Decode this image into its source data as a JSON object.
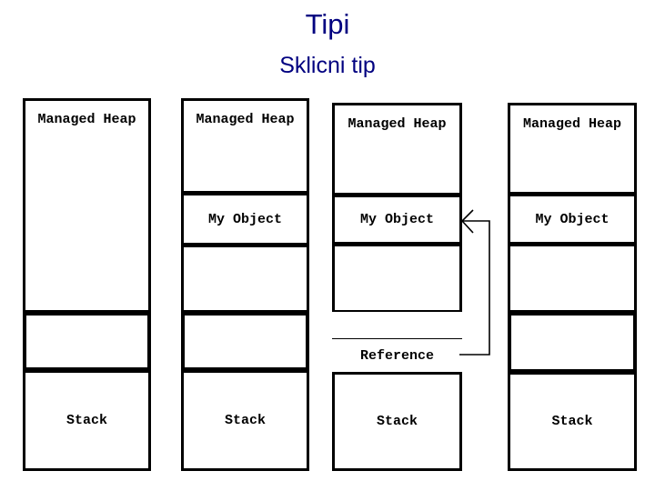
{
  "slide": {
    "title": "Tipi",
    "subtitle": "Sklicni tip",
    "title_color": "#000080",
    "background_color": "#ffffff",
    "line_color": "#000000"
  },
  "diagram": {
    "type": "memory-layout-sequence",
    "arrow": {
      "name": "reference-arrow",
      "from": "Reference",
      "to": "My Object",
      "direction": "left",
      "style": "open-arrowhead"
    },
    "columns": [
      {
        "name": "step-1",
        "cells": [
          {
            "label": "Managed Heap",
            "align": "top",
            "weight": "thin"
          },
          {
            "label": "",
            "align": "center",
            "weight": "thick"
          },
          {
            "label": "Stack",
            "align": "center",
            "weight": "thin"
          }
        ]
      },
      {
        "name": "step-2",
        "cells": [
          {
            "label": "Managed Heap",
            "align": "top",
            "weight": "thin"
          },
          {
            "label": "My Object",
            "align": "center",
            "weight": "thin"
          },
          {
            "label": "",
            "align": "center",
            "weight": "thin"
          },
          {
            "label": "",
            "align": "center",
            "weight": "thick"
          },
          {
            "label": "Stack",
            "align": "center",
            "weight": "thin"
          }
        ]
      },
      {
        "name": "step-3",
        "cells": [
          {
            "label": "Managed Heap",
            "align": "top",
            "weight": "thin"
          },
          {
            "label": "My Object",
            "align": "center",
            "weight": "thin"
          },
          {
            "label": "",
            "align": "center",
            "weight": "thin"
          },
          {
            "label": "",
            "align": "center",
            "weight": "thick"
          },
          {
            "label": "Reference",
            "align": "center",
            "weight": "thin"
          },
          {
            "label": "Stack",
            "align": "center",
            "weight": "thin"
          }
        ]
      },
      {
        "name": "step-4",
        "cells": [
          {
            "label": "Managed Heap",
            "align": "top",
            "weight": "thin"
          },
          {
            "label": "My Object",
            "align": "center",
            "weight": "thin"
          },
          {
            "label": "",
            "align": "center",
            "weight": "thin"
          },
          {
            "label": "",
            "align": "center",
            "weight": "thick"
          },
          {
            "label": "Stack",
            "align": "center",
            "weight": "thin"
          }
        ]
      }
    ]
  }
}
